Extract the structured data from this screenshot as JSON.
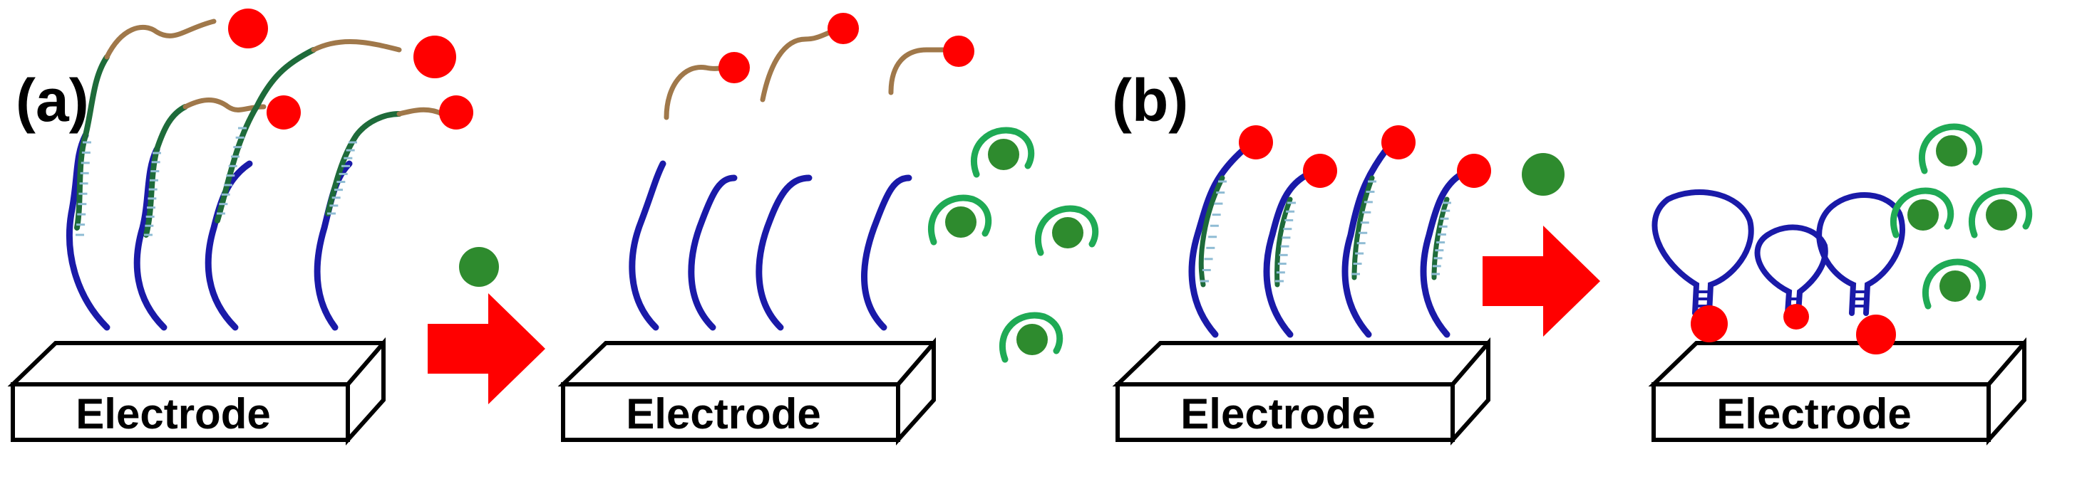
{
  "panels": [
    {
      "label": "(a)"
    },
    {
      "label": "(b)"
    }
  ],
  "electrodes": [
    {
      "label": "Electrode"
    },
    {
      "label": "Electrode"
    },
    {
      "label": "Electrode"
    },
    {
      "label": "Electrode"
    }
  ],
  "colors": {
    "probe_strand": "#1a1aa8",
    "complementary_strand": "#1e6b3a",
    "linker_strand": "#a0784a",
    "redox_label": "#ff0000",
    "target": "#2e8b2e",
    "aptamer_target_complex": "#1faa55",
    "arrow": "#ff0000",
    "outline": "#000000"
  }
}
